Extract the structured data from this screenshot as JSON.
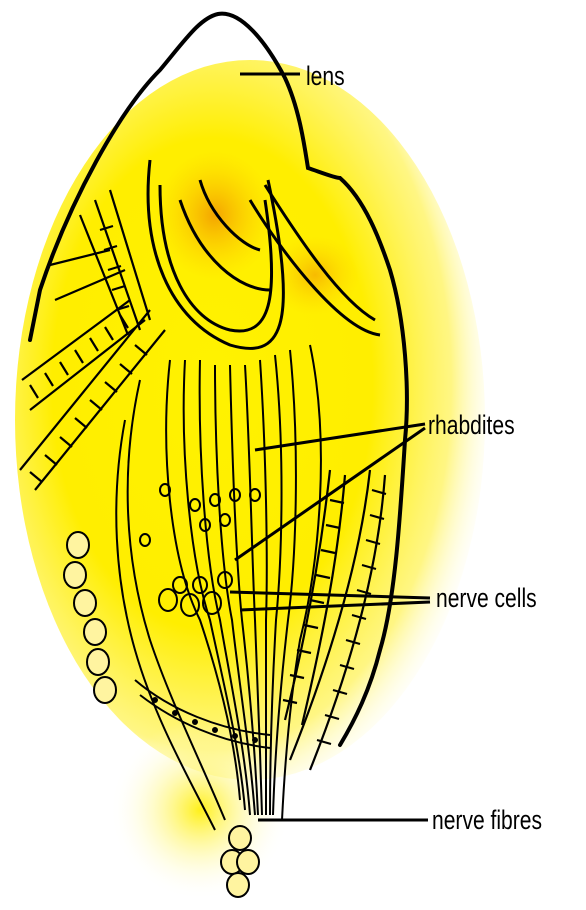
{
  "labels": {
    "lens": "lens",
    "rhabdites": "rhabdites",
    "nerve_cells": "nerve cells",
    "nerve_fibres": "nerve fibres"
  },
  "colors": {
    "background": "#ffffff",
    "glow_yellow": "#ffee00",
    "lens_orange": "#f5a800",
    "outline": "#000000"
  }
}
